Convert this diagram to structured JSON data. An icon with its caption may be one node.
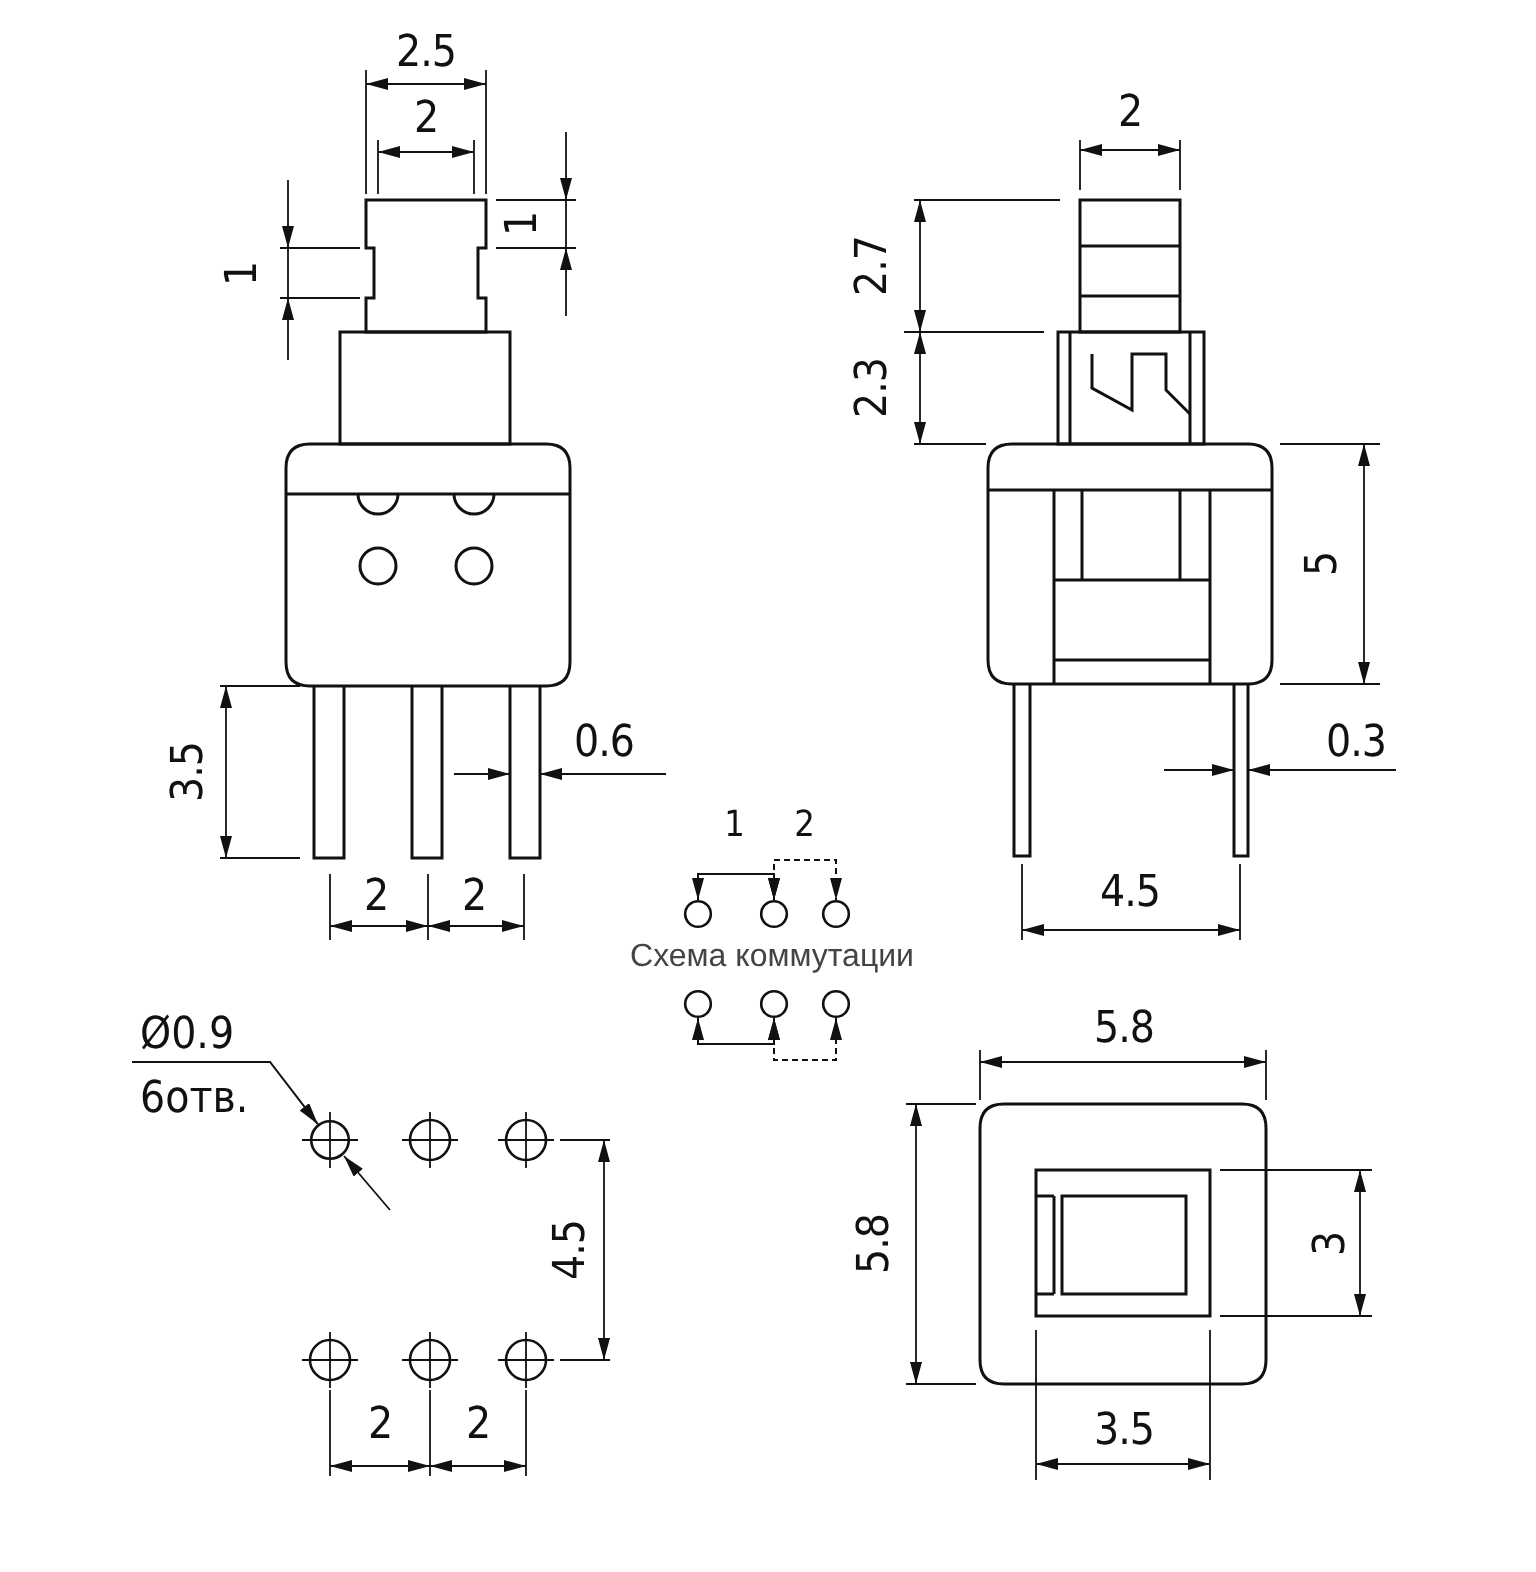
{
  "diagram": {
    "nodes": [
      {
        "text": [
          "Ø0.9",
          "6отв."
        ]
      },
      {
        "text": [],
        "shape": "circle"
      },
      {
        "text": [],
        "shape": "circle"
      },
      {
        "text": [],
        "shape": "circle"
      },
      {
        "text": [],
        "shape": "circle"
      },
      {
        "text": [],
        "shape": "circle"
      },
      {
        "text": [],
        "shape": "circle"
      },
      {
        "text": [],
        "shape": "circle"
      }
    ],
    "edges": [
      {
        "from": 0,
        "to": 1,
        "arrow": "to"
      },
      {
        "from": 2,
        "to": 3,
        "arrow": "both"
      },
      {
        "from": 3,
        "to": 4,
        "arrow": "both",
        "style": "dashed"
      },
      {
        "from": 5,
        "to": 6,
        "arrow": "both"
      },
      {
        "from": 6,
        "to": 7,
        "arrow": "both",
        "style": "dashed"
      }
    ],
    "labels": [
      "2.5",
      "2",
      "1",
      "1",
      "3.5",
      "0.6",
      "2",
      "2",
      "2",
      "2.7",
      "2.3",
      "5",
      "0.3",
      "4.5",
      "1",
      "2",
      "Схема коммутации",
      "4.5",
      "2",
      "2",
      "5.8",
      "5.8",
      "3",
      "3.5"
    ]
  }
}
